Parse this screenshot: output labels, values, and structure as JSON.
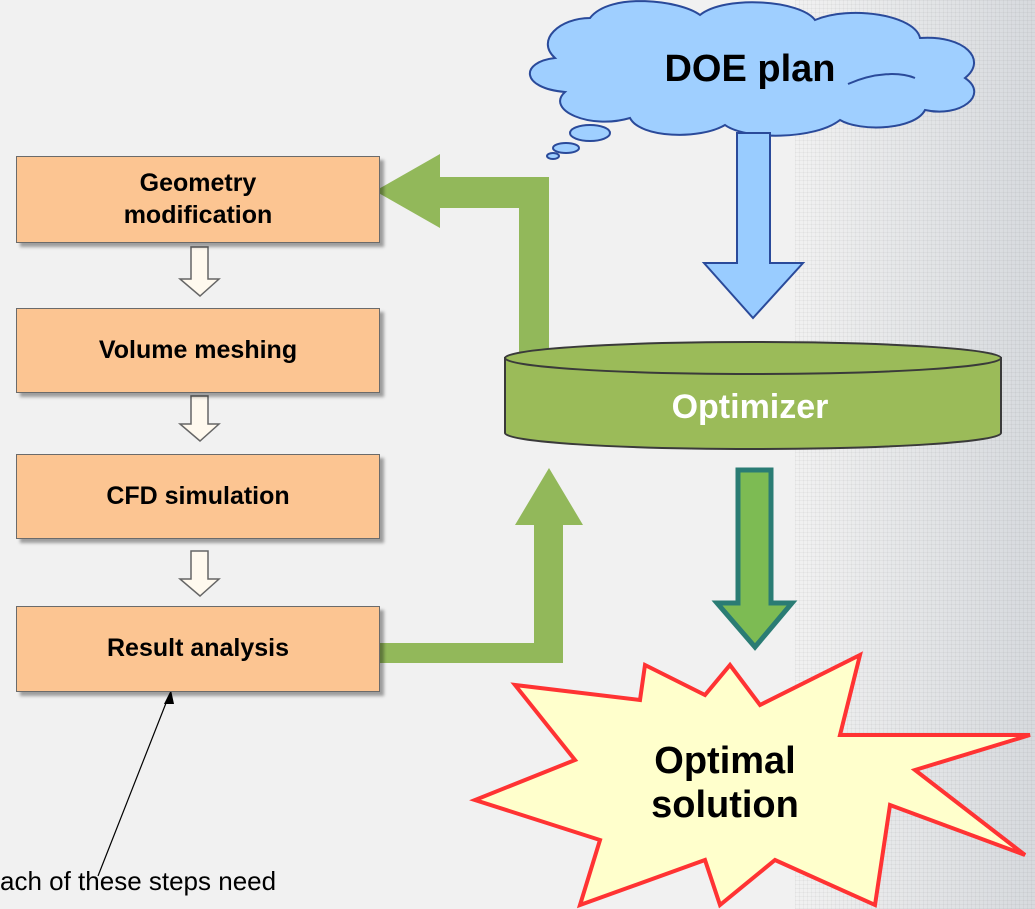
{
  "steps": [
    {
      "label": "Geometry\nmodification"
    },
    {
      "label": "Volume meshing"
    },
    {
      "label": "CFD simulation"
    },
    {
      "label": "Result analysis"
    }
  ],
  "doe": {
    "label": "DOE plan",
    "color": "#9fcfff"
  },
  "optimizer": {
    "label": "Optimizer",
    "color": "#9bbb59"
  },
  "result": {
    "label": "Optimal\nsolution",
    "fill": "#ffffcc",
    "outline": "#ff3333"
  },
  "note": {
    "text": "ach of these steps need"
  },
  "colors": {
    "step_fill": "#fcc592",
    "loop_arrow": "#92b85a",
    "down_arrow": "#99ccff",
    "output_arrow": "#7dbb53",
    "output_arrow_outline": "#2a7c74"
  }
}
